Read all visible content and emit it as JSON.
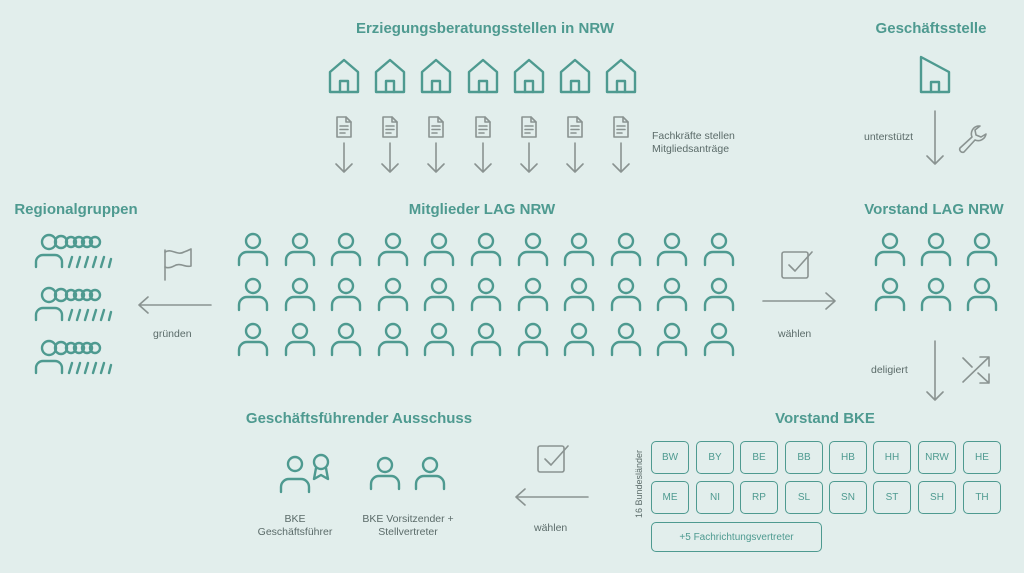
{
  "titles": {
    "beratungsstellen": "Erziegungsberatungsstellen in NRW",
    "geschaeftsstelle": "Geschäftsstelle",
    "regionalgruppen": "Regionalgruppen",
    "mitglieder": "Mitglieder LAG NRW",
    "vorstand_lag": "Vorstand LAG NRW",
    "ausschuss": "Geschäftsführender Ausschuss",
    "vorstand_bke": "Vorstand BKE"
  },
  "labels": {
    "fachkraefte_line1": "Fachkräfte stellen",
    "fachkraefte_line2": "Mitgliedsanträge",
    "unterstuetzt": "unterstützt",
    "gruenden": "gründen",
    "waehlen_right": "wählen",
    "deligiert": "deligiert",
    "waehlen_bottom": "wählen",
    "bke_gf_line1": "BKE",
    "bke_gf_line2": "Geschäftsführer",
    "bke_vors_line1": "BKE Vorsitzender +",
    "bke_vors_line2": "Stellvertreter",
    "bundeslaender": "16 Bundesländer"
  },
  "states_row1": [
    "BW",
    "BY",
    "BE",
    "BB",
    "HB",
    "HH",
    "NRW",
    "HE"
  ],
  "states_row2": [
    "ME",
    "NI",
    "RP",
    "SL",
    "SN",
    "ST",
    "SH",
    "TH"
  ],
  "fachrichtung": "+5 Fachrichtungsvertreter",
  "icons": [
    "house-icon",
    "document-icon",
    "arrow-down-icon",
    "wrench-icon",
    "person-icon",
    "group-icon",
    "flag-icon",
    "checkbox-icon",
    "shuffle-icon",
    "award-person-icon",
    "arrow-left-icon",
    "arrow-right-icon"
  ],
  "colors": {
    "background": "#e2eeec",
    "accent": "#4e9a90",
    "text": "#5b6b69",
    "arrow": "#8a9391"
  }
}
